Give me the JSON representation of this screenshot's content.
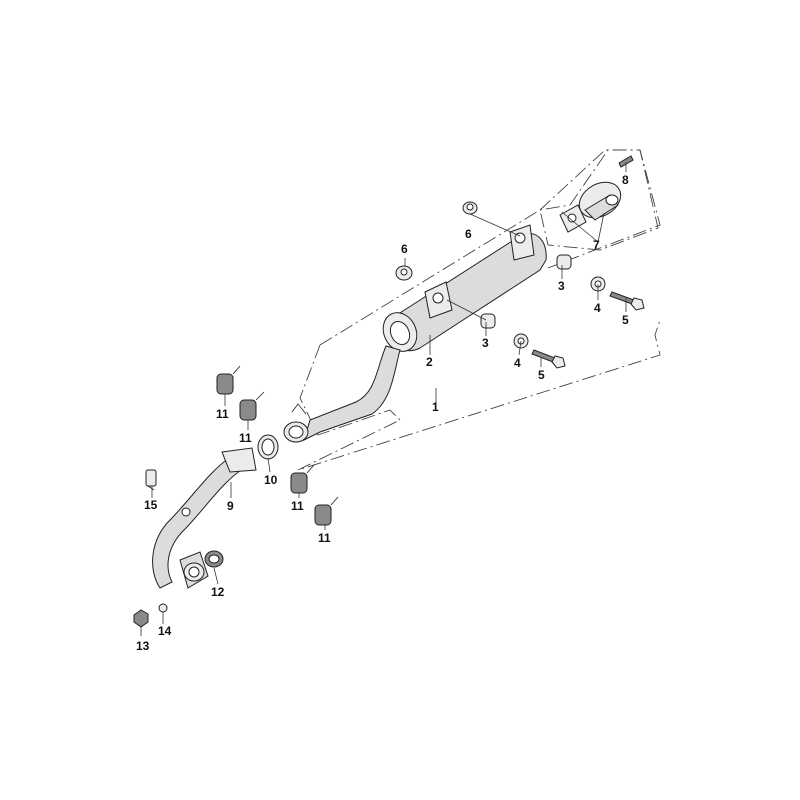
{
  "diagram": {
    "colors": {
      "part_fill": "#dcdcdc",
      "part_dark": "#8a8a8a",
      "outline": "#222222",
      "background": "#ffffff"
    },
    "callouts": {
      "c1": "1",
      "c2": "2",
      "c3a": "3",
      "c3b": "3",
      "c4a": "4",
      "c4b": "4",
      "c5a": "5",
      "c5b": "5",
      "c6a": "6",
      "c6b": "6",
      "c7": "7",
      "c8": "8",
      "c9": "9",
      "c10": "10",
      "c11a": "11",
      "c11b": "11",
      "c11c": "11",
      "c11d": "11",
      "c12": "12",
      "c13": "13",
      "c14": "14",
      "c15": "15"
    }
  }
}
